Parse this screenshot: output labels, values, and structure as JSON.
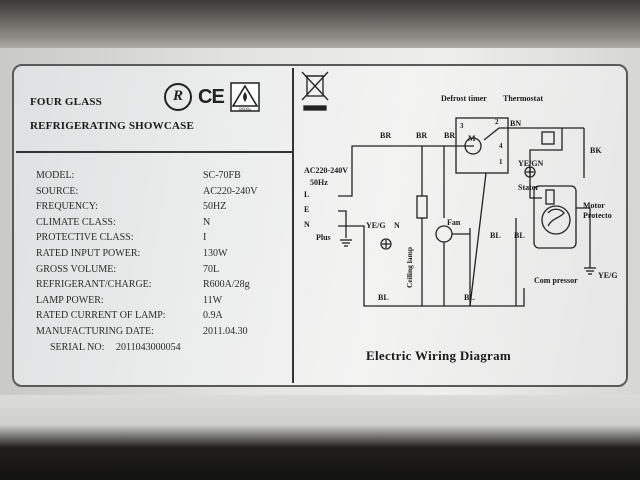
{
  "brand": {
    "line1": "FOUR GLASS",
    "line2": "REFRIGERATING SHOWCASE"
  },
  "logos": {
    "r": "R",
    "ce": "CE",
    "hazard_text": "R600a"
  },
  "specs": [
    {
      "label": "MODEL:",
      "value": "SC-70FB"
    },
    {
      "label": "SOURCE:",
      "value": "AC220-240V"
    },
    {
      "label": "FREQUENCY:",
      "value": "50HZ"
    },
    {
      "label": "CLIMATE CLASS:",
      "value": "N"
    },
    {
      "label": "PROTECTIVE CLASS:",
      "value": "I"
    },
    {
      "label": "RATED INPUT POWER:",
      "value": "130W"
    },
    {
      "label": "GROSS VOLUME:",
      "value": "70L"
    },
    {
      "label": "REFRIGERANT/CHARGE:",
      "value": "R600A/28g"
    },
    {
      "label": "LAMP POWER:",
      "value": "11W"
    },
    {
      "label": "RATED CURRENT OF LAMP:",
      "value": "0.9A"
    },
    {
      "label": "MANUFACTURING DATE:",
      "value": "2011.04.30"
    },
    {
      "label": "SERIAL NO:",
      "value": "2011043000054"
    }
  ],
  "diagram": {
    "title": "Electric Wiring Diagram",
    "labels": {
      "defrost_timer": "Defrost timer",
      "thermostat": "Thermostat",
      "supply": "AC220-240V",
      "freq": "50Hz",
      "l": "L",
      "e": "E",
      "n": "N",
      "plus": "Plus",
      "yeg": "YE/G",
      "ye_gn": "YE/GN",
      "ceiling_lamp": "Ceiling lamp",
      "fan": "Fan",
      "stater": "Stater",
      "motor": "Motor",
      "protecto": "Protecto",
      "compressor": "Com pressor",
      "ye_g_bottom": "YE/G",
      "br1": "BR",
      "br2": "BR",
      "br3": "BR",
      "bn": "BN",
      "bk": "BK",
      "bl1": "BL",
      "bl2": "BL",
      "bl3": "BL",
      "bl4": "BL",
      "t1": "1",
      "t2": "2",
      "t3": "3",
      "t4": "4",
      "motor_m": "M"
    }
  }
}
